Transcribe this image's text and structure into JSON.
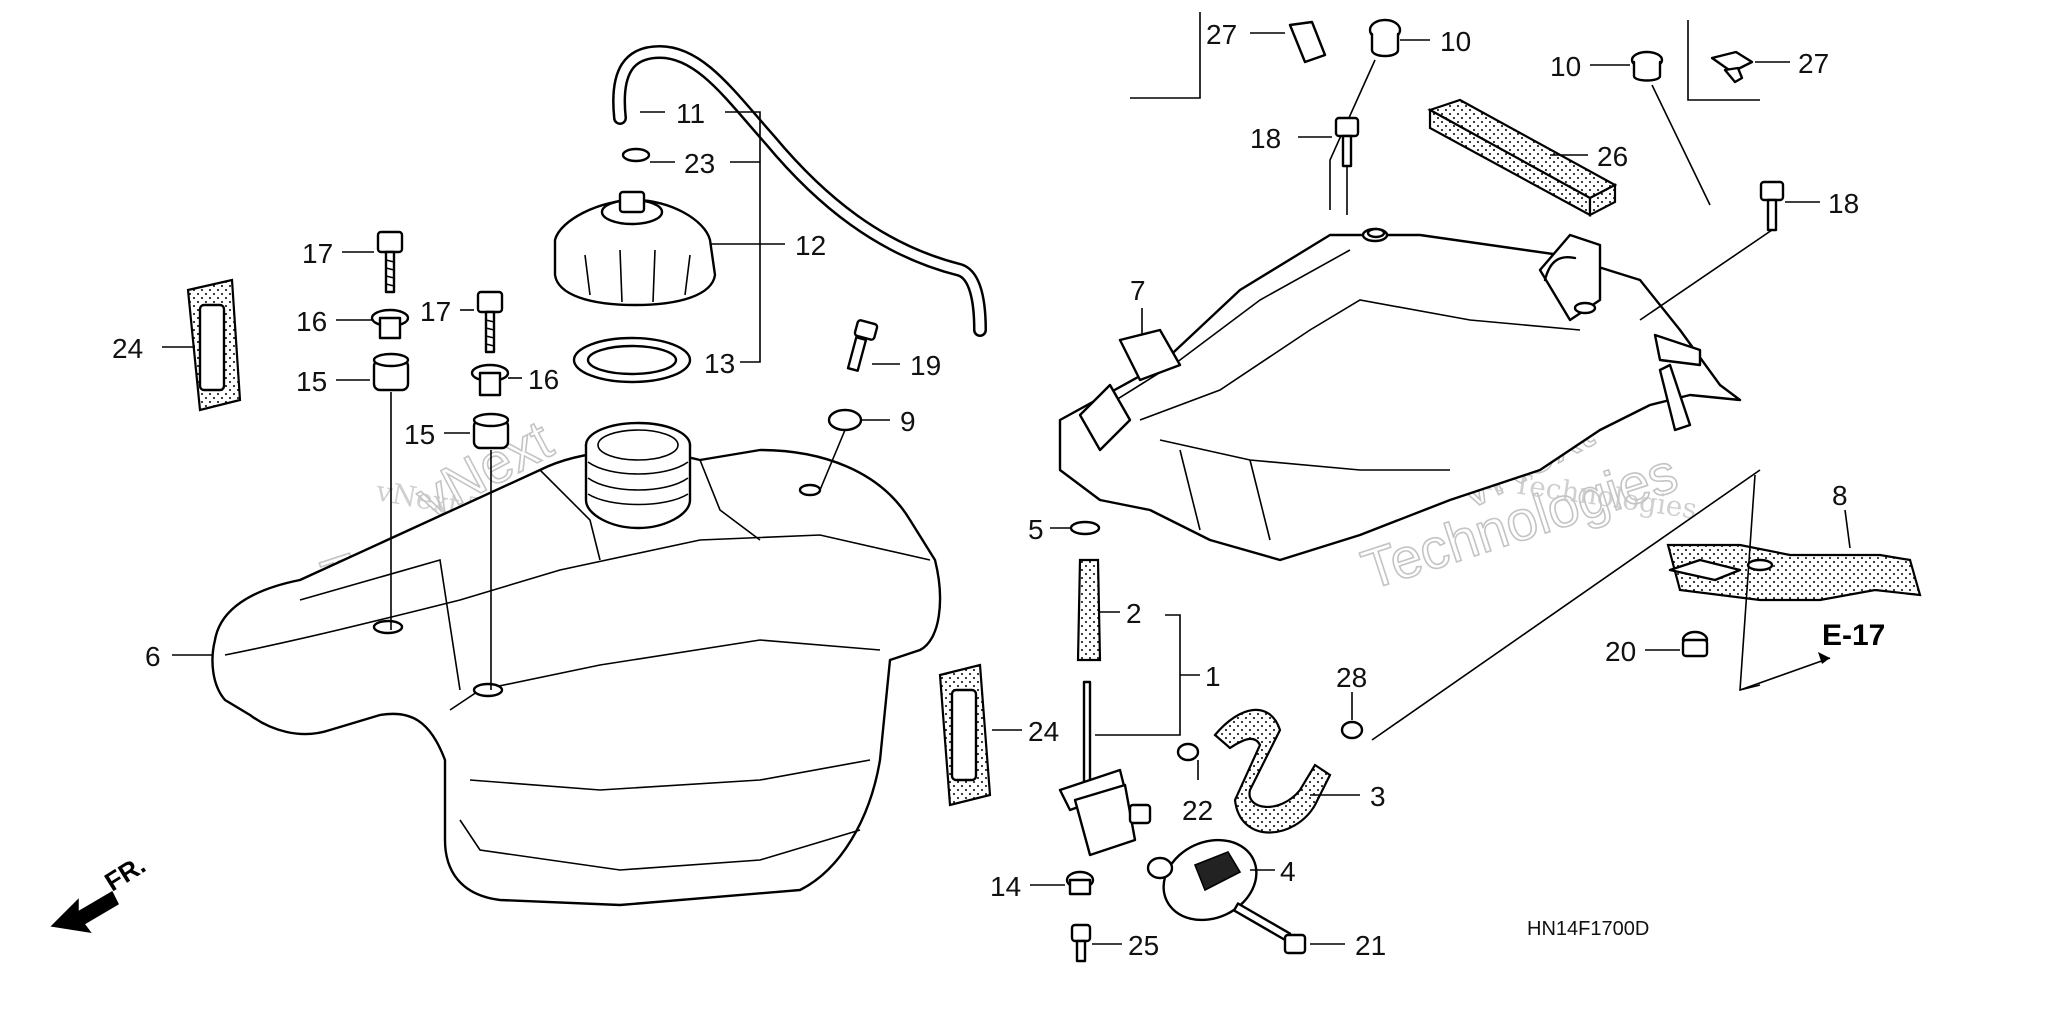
{
  "diagram_code": "HN14F1700D",
  "reference": "E-17",
  "front_marker": "FR.",
  "watermark": {
    "line1": "vNext Technologies",
    "big_a": "vNext",
    "big_b": "Technologies"
  },
  "callouts": {
    "c1": "1",
    "c2": "2",
    "c3": "3",
    "c4": "4",
    "c5": "5",
    "c6": "6",
    "c7": "7",
    "c8": "8",
    "c9": "9",
    "c10a": "10",
    "c10b": "10",
    "c11": "11",
    "c12": "12",
    "c13": "13",
    "c14": "14",
    "c15a": "15",
    "c15b": "15",
    "c16a": "16",
    "c16b": "16",
    "c17a": "17",
    "c17b": "17",
    "c18a": "18",
    "c18b": "18",
    "c19": "19",
    "c20": "20",
    "c21": "21",
    "c22": "22",
    "c23": "23",
    "c24a": "24",
    "c24b": "24",
    "c25": "25",
    "c26": "26",
    "c27a": "27",
    "c27b": "27",
    "c28": "28"
  },
  "icons": [
    "front-arrow-icon"
  ]
}
